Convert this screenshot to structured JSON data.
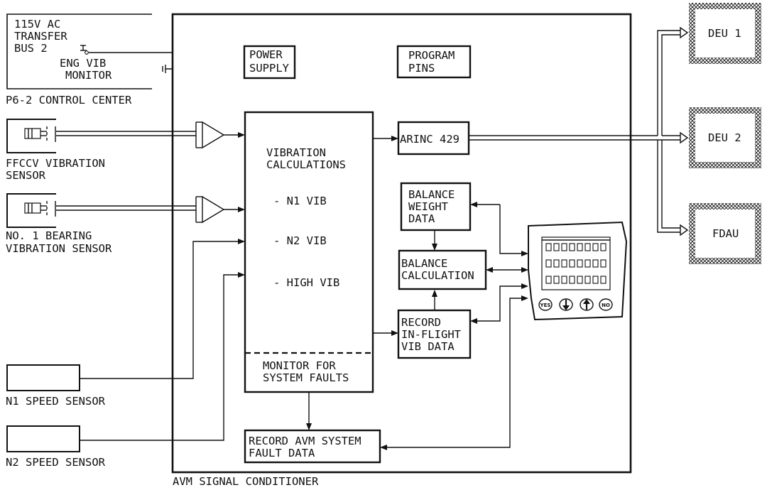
{
  "ac_bus": {
    "line1": "115V AC",
    "line2": "TRANSFER",
    "line3": "BUS 2"
  },
  "eng_vib_monitor": {
    "line1": "ENG VIB",
    "line2": "MONITOR"
  },
  "control_center_label": "P6-2 CONTROL CENTER",
  "ffccv_sensor": {
    "line1": "FFCCV VIBRATION",
    "line2": "SENSOR"
  },
  "bearing_sensor": {
    "line1": "NO. 1 BEARING",
    "line2": "VIBRATION SENSOR"
  },
  "n1_speed_sensor": "N1 SPEED SENSOR",
  "n2_speed_sensor": "N2 SPEED SENSOR",
  "power_supply": {
    "line1": "POWER",
    "line2": "SUPPLY"
  },
  "program_pins": {
    "line1": "PROGRAM",
    "line2": "PINS"
  },
  "vibration_calc": {
    "line1": "VIBRATION",
    "line2": "CALCULATIONS",
    "n1": "- N1 VIB",
    "n2": "- N2 VIB",
    "high": "- HIGH VIB"
  },
  "monitor_faults": {
    "line1": "MONITOR FOR",
    "line2": "SYSTEM FAULTS"
  },
  "arinc": "ARINC 429",
  "balance_weight": {
    "line1": "BALANCE",
    "line2": "WEIGHT",
    "line3": "DATA"
  },
  "balance_calc": {
    "line1": "BALANCE",
    "line2": "CALCULATION"
  },
  "record_inflight": {
    "line1": "RECORD",
    "line2": "IN-FLIGHT",
    "line3": "VIB DATA"
  },
  "record_avm": {
    "line1": "RECORD AVM SYSTEM",
    "line2": "FAULT DATA"
  },
  "signal_conditioner_label": "AVM SIGNAL CONDITIONER",
  "deu1": "DEU 1",
  "deu2": "DEU 2",
  "fdau": "FDAU",
  "keypad": {
    "yes": "YES",
    "no": "NO"
  }
}
